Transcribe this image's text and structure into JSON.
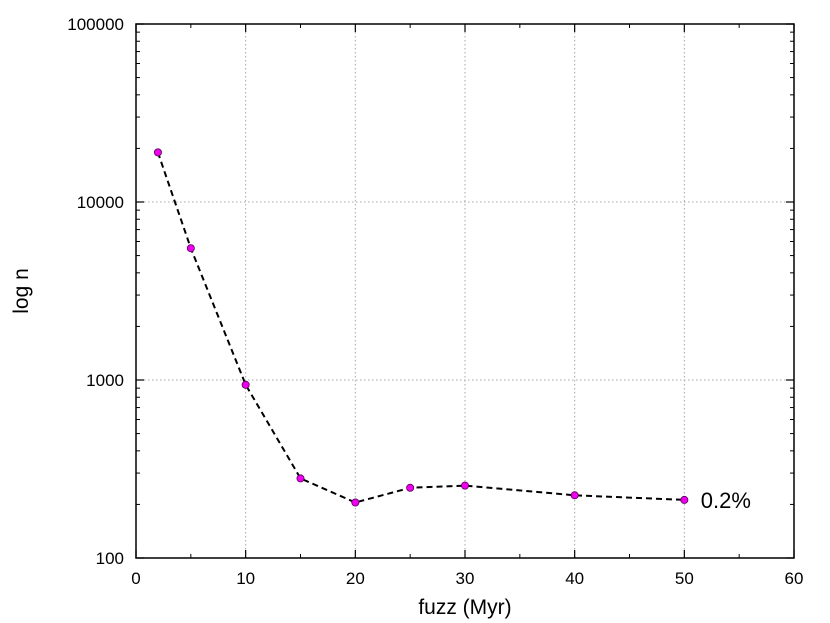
{
  "chart_data": {
    "type": "line",
    "title": "",
    "xlabel": "fuzz (Myr)",
    "ylabel": "log n",
    "xlim": [
      0,
      60
    ],
    "ylim": [
      100,
      100000
    ],
    "yscale": "log",
    "grid": true,
    "x_ticks": [
      0,
      10,
      20,
      30,
      40,
      50,
      60
    ],
    "x_tick_labels": [
      "0",
      "10",
      "20",
      "30",
      "40",
      "50",
      "60"
    ],
    "y_ticks": [
      100,
      1000,
      10000,
      100000
    ],
    "y_tick_labels": [
      "100",
      "1000",
      "10000",
      "100000"
    ],
    "series": [
      {
        "x": [
          2,
          5,
          10,
          15,
          20,
          25,
          30,
          40,
          50
        ],
        "y": [
          19000,
          5500,
          940,
          280,
          205,
          248,
          255,
          225,
          212
        ],
        "line_color": "#000000",
        "line_style": "dashed",
        "marker_color": "#ee00ee"
      }
    ],
    "annotations": [
      {
        "text": "0.2%",
        "x": 51.5,
        "y": 212
      }
    ]
  }
}
